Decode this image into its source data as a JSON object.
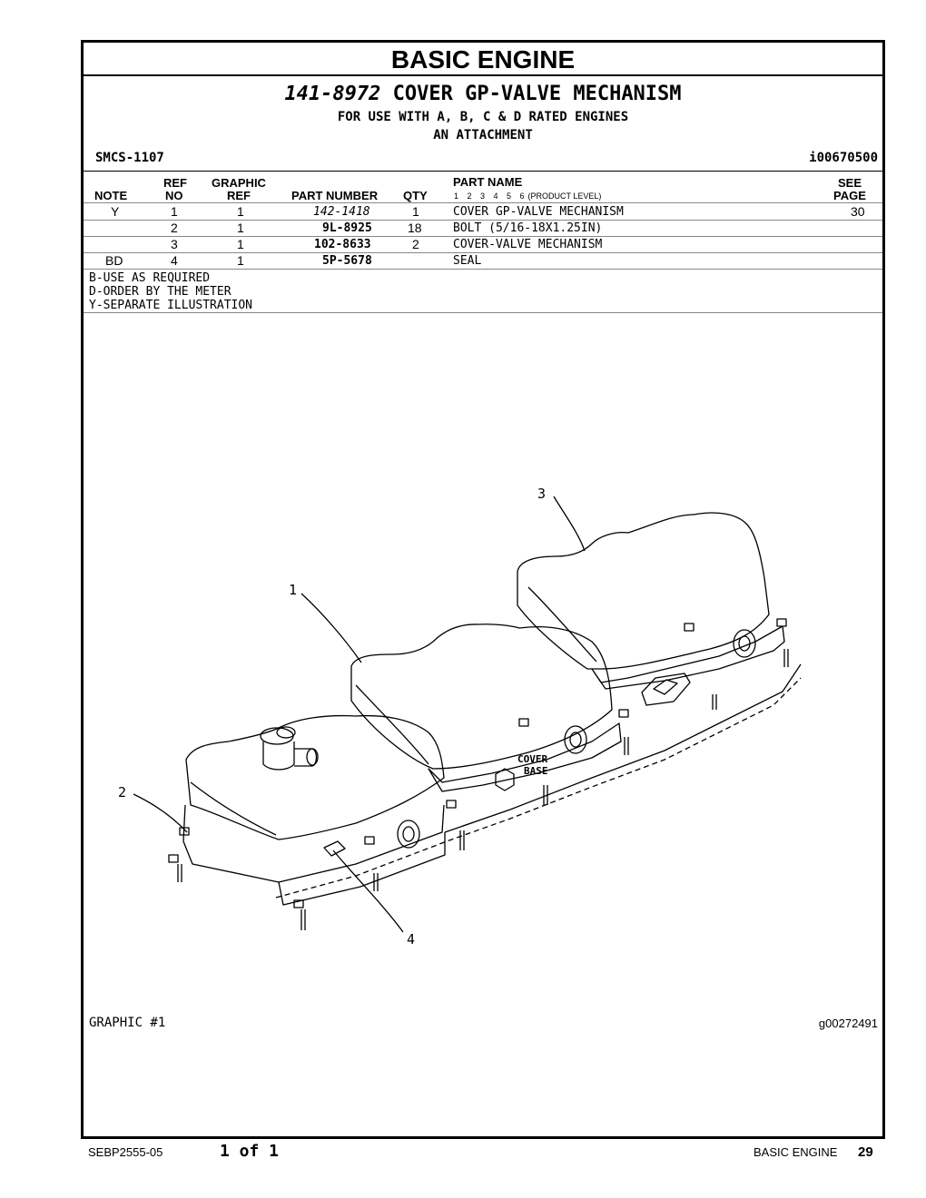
{
  "header": {
    "section": "BASIC ENGINE",
    "group_number": "141-8972",
    "group_name": "COVER GP-VALVE MECHANISM",
    "subtitle1": "FOR USE WITH A, B, C & D RATED ENGINES",
    "subtitle2": "AN ATTACHMENT",
    "smcs": "SMCS-1107",
    "id": "i00670500"
  },
  "table": {
    "headers": {
      "note": "NOTE",
      "ref_top": "REF",
      "ref_bottom": "NO",
      "graphic_top": "GRAPHIC",
      "graphic_bottom": "REF",
      "part_number": "PART NUMBER",
      "qty": "QTY",
      "part_name": "PART NAME",
      "levels": "1 2 3 4 5 6",
      "product_level": "(PRODUCT LEVEL)",
      "see_top": "SEE",
      "see_bottom": "PAGE"
    },
    "rows": [
      {
        "note": "Y",
        "ref": "1",
        "graphic": "1",
        "part_number": "142-1418",
        "qty": "1",
        "name": "COVER GP-VALVE MECHANISM",
        "page": "30"
      },
      {
        "note": "",
        "ref": "2",
        "graphic": "1",
        "part_number": "9L-8925",
        "qty": "18",
        "name": "BOLT (5/16-18X1.25IN)",
        "page": ""
      },
      {
        "note": "",
        "ref": "3",
        "graphic": "1",
        "part_number": "102-8633",
        "qty": "2",
        "name": "COVER-VALVE MECHANISM",
        "page": ""
      },
      {
        "note": "BD",
        "ref": "4",
        "graphic": "1",
        "part_number": "5P-5678",
        "qty": "",
        "name": "SEAL",
        "page": ""
      }
    ]
  },
  "notes": [
    "B-USE AS REQUIRED",
    "D-ORDER BY THE METER",
    "Y-SEPARATE ILLUSTRATION"
  ],
  "illustration": {
    "callouts": [
      "1",
      "2",
      "3",
      "4"
    ],
    "cover_label": "COVER",
    "base_label": "BASE"
  },
  "graphic": {
    "label": "GRAPHIC #1",
    "id": "g00272491"
  },
  "footer": {
    "doc": "SEBP2555-05",
    "page_of": "1 of 1",
    "section": "BASIC ENGINE",
    "page": "29"
  }
}
